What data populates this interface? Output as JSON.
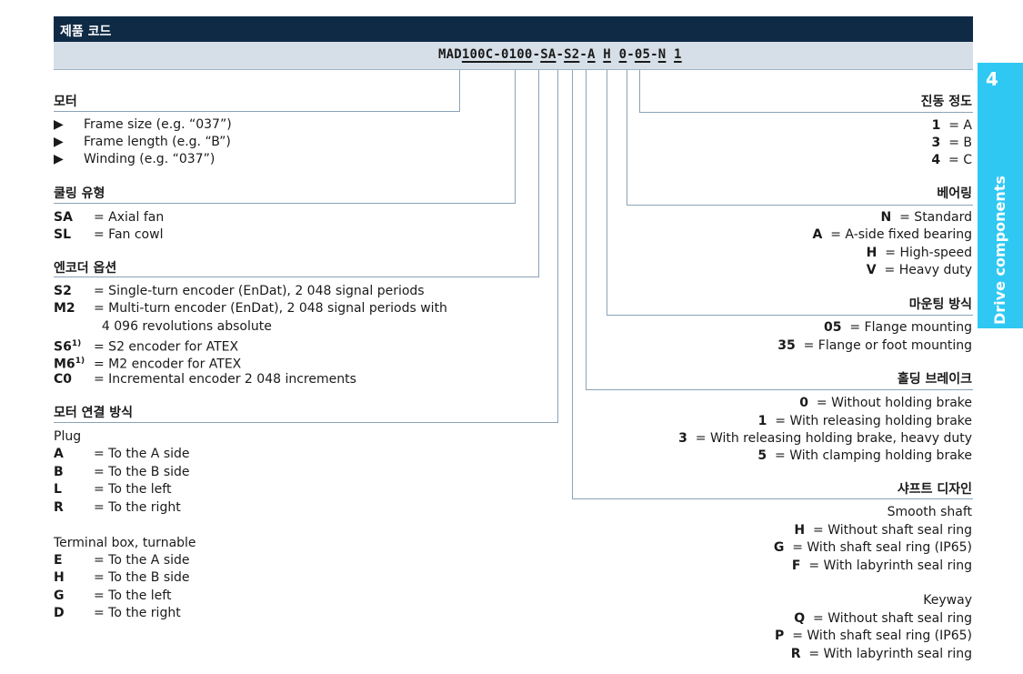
{
  "header": {
    "title": "제품 코드"
  },
  "code": {
    "parts": [
      {
        "text": "MAD",
        "u": false
      },
      {
        "text": "100C-0100",
        "u": true
      },
      {
        "text": "-",
        "u": false
      },
      {
        "text": "SA",
        "u": true
      },
      {
        "text": "-",
        "u": false
      },
      {
        "text": "S2",
        "u": true
      },
      {
        "text": "-",
        "u": false
      },
      {
        "text": "A",
        "u": true
      },
      {
        "text": " ",
        "u": false
      },
      {
        "text": "H",
        "u": true
      },
      {
        "text": " ",
        "u": false
      },
      {
        "text": "0",
        "u": true
      },
      {
        "text": "-",
        "u": false
      },
      {
        "text": "05",
        "u": true
      },
      {
        "text": "-",
        "u": false
      },
      {
        "text": "N",
        "u": true
      },
      {
        "text": " ",
        "u": false
      },
      {
        "text": "1",
        "u": true
      }
    ]
  },
  "tab": {
    "number": "4",
    "label": "Drive components"
  },
  "motor": {
    "title": "모터",
    "items": [
      "Frame size (e.g. “037”)",
      "Frame length (e.g. “B”)",
      "Winding (e.g. “037”)"
    ],
    "bullet": "▶"
  },
  "cooling": {
    "title": "쿨링 유형",
    "rows": [
      {
        "key": "SA",
        "text": "= Axial fan"
      },
      {
        "key": "SL",
        "text": "= Fan cowl"
      }
    ]
  },
  "encoder": {
    "title": "엔코더 옵션",
    "rows": [
      {
        "key": "S2",
        "sup": "",
        "text": "= Single-turn encoder (EnDat), 2 048 signal periods"
      },
      {
        "key": "M2",
        "sup": "",
        "text": "= Multi-turn encoder (EnDat), 2 048 signal periods with"
      },
      {
        "key": "",
        "sup": "",
        "text": "  4 096 revolutions absolute"
      },
      {
        "key": "S6",
        "sup": "1)",
        "text": "= S2 encoder for ATEX"
      },
      {
        "key": "M6",
        "sup": "1)",
        "text": "= M2 encoder for ATEX"
      },
      {
        "key": "C0",
        "sup": "",
        "text": "= Incremental encoder 2 048 increments"
      }
    ]
  },
  "connection": {
    "title": "모터 연결 방식",
    "plug_label": "Plug",
    "plug": [
      {
        "key": "A",
        "text": "= To the A side"
      },
      {
        "key": "B",
        "text": "= To the B side"
      },
      {
        "key": "L",
        "text": "= To the left"
      },
      {
        "key": "R",
        "text": "= To the right"
      }
    ],
    "box_label": "Terminal box, turnable",
    "box": [
      {
        "key": "E",
        "text": "= To the A side"
      },
      {
        "key": "H",
        "text": "= To the B side"
      },
      {
        "key": "G",
        "text": "= To the left"
      },
      {
        "key": "D",
        "text": "= To the right"
      }
    ]
  },
  "vibration": {
    "title": "진동 정도",
    "rows": [
      {
        "key": "1",
        "text": "= A"
      },
      {
        "key": "3",
        "text": "= B"
      },
      {
        "key": "4",
        "text": "= C"
      }
    ]
  },
  "bearing": {
    "title": "베어링",
    "rows": [
      {
        "key": "N",
        "text": "= Standard"
      },
      {
        "key": "A",
        "text": "= A-side fixed bearing"
      },
      {
        "key": "H",
        "text": "= High-speed"
      },
      {
        "key": "V",
        "text": "= Heavy duty"
      }
    ]
  },
  "mounting": {
    "title": "마운팅 방식",
    "rows": [
      {
        "key": "05",
        "text": "= Flange mounting"
      },
      {
        "key": "35",
        "text": "= Flange or foot mounting"
      }
    ]
  },
  "brake": {
    "title": "홀딩 브레이크",
    "rows": [
      {
        "key": "0",
        "text": "= Without holding brake"
      },
      {
        "key": "1",
        "text": "= With releasing holding brake"
      },
      {
        "key": "3",
        "text": "= With releasing holding brake, heavy duty"
      },
      {
        "key": "5",
        "text": "= With clamping holding brake"
      }
    ]
  },
  "shaft": {
    "title": "샤프트 디자인",
    "smooth_label": "Smooth shaft",
    "smooth": [
      {
        "key": "H",
        "text": "= Without shaft seal ring"
      },
      {
        "key": "G",
        "text": "= With shaft seal ring (IP65)"
      },
      {
        "key": "F",
        "text": "= With labyrinth seal ring"
      }
    ],
    "keyway_label": "Keyway",
    "keyway": [
      {
        "key": "Q",
        "text": "= Without shaft seal ring"
      },
      {
        "key": "P",
        "text": "= With shaft seal ring (IP65)"
      },
      {
        "key": "R",
        "text": "= With labyrinth seal ring"
      }
    ]
  }
}
